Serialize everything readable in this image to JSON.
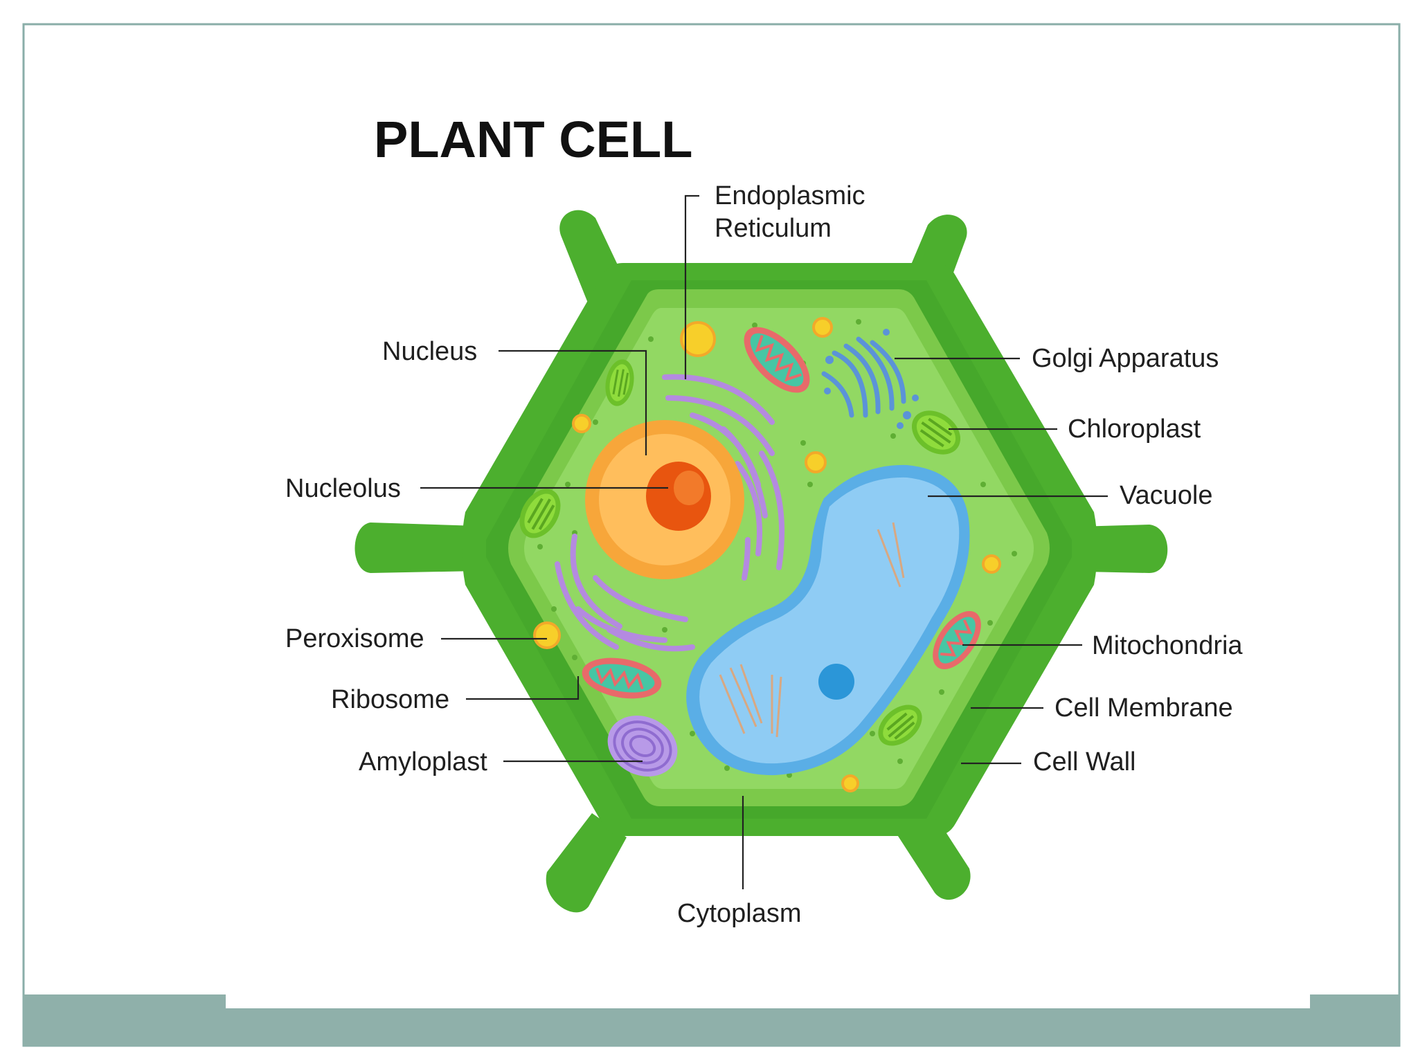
{
  "diagram": {
    "title": "PLANT CELL",
    "labels": {
      "endoplasmic_reticulum_line1": "Endoplasmic",
      "endoplasmic_reticulum_line2": "Reticulum",
      "nucleus": "Nucleus",
      "nucleolus": "Nucleolus",
      "peroxisome": "Peroxisome",
      "ribosome": "Ribosome",
      "amyloplast": "Amyloplast",
      "golgi_apparatus": "Golgi Apparatus",
      "chloroplast": "Chloroplast",
      "vacuole": "Vacuole",
      "mitochondria": "Mitochondria",
      "cell_membrane": "Cell Membrane",
      "cell_wall": "Cell Wall",
      "cytoplasm": "Cytoplasm"
    }
  },
  "colors": {
    "frame": "#8aaea8",
    "footer_bar": "#8fb0aa",
    "cell_wall": "#4caf2e",
    "cell_wall_dark": "#3d9a24",
    "membrane": "#7cc94a",
    "cytoplasm": "#92d863",
    "nucleus_outer": "#f7a63a",
    "nucleus_inner": "#ffbe5c",
    "nucleolus": "#e8550f",
    "er": "#b48ae0",
    "vacuole": "#8fccf4",
    "vacuole_border": "#5aaee6",
    "mitochondria_outer": "#e86a6a",
    "mitochondria_inner": "#46c6a4",
    "golgi": "#5b93d8",
    "chloroplast": "#6cc02a",
    "peroxisome": "#f7cf2a",
    "amyloplast": "#b89ae8"
  }
}
